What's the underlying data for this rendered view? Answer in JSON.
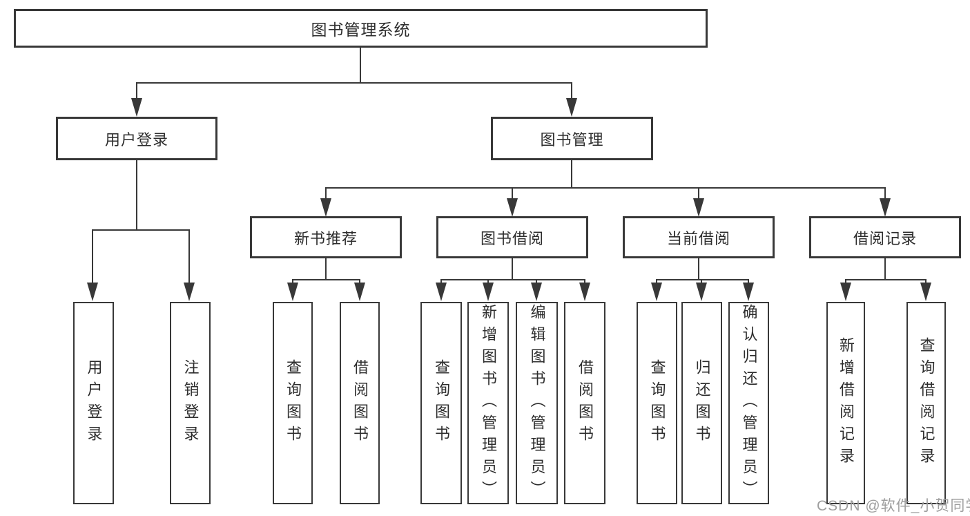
{
  "colors": {
    "line": "#383838",
    "text": "#2d2d2d",
    "bg": "#ffffff",
    "watermark": "#9e9e9e"
  },
  "tree": {
    "root": "图书管理系统",
    "branches": [
      {
        "label": "用户登录",
        "children": [
          {
            "label": "用户登录"
          },
          {
            "label": "注销登录"
          }
        ]
      },
      {
        "label": "图书管理",
        "children": [
          {
            "label": "新书推荐",
            "children": [
              {
                "label": "查询图书"
              },
              {
                "label": "借阅图书"
              }
            ]
          },
          {
            "label": "图书借阅",
            "children": [
              {
                "label": "查询图书"
              },
              {
                "label": "新增图书（管理员）"
              },
              {
                "label": "编辑图书（管理员）"
              },
              {
                "label": "借阅图书"
              }
            ]
          },
          {
            "label": "当前借阅",
            "children": [
              {
                "label": "查询图书"
              },
              {
                "label": "归还图书"
              },
              {
                "label": "确认归还（管理员）"
              }
            ]
          },
          {
            "label": "借阅记录",
            "children": [
              {
                "label": "新增借阅记录"
              },
              {
                "label": "查询借阅记录"
              }
            ]
          }
        ]
      }
    ]
  },
  "watermark": "CSDN @软件_小贺同学"
}
